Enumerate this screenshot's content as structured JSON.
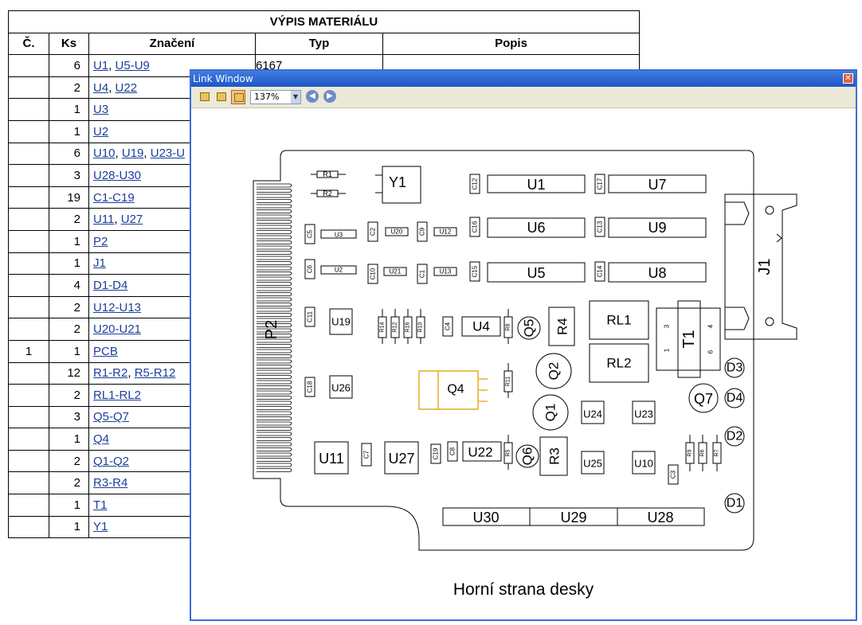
{
  "bom": {
    "title": "VÝPIS MATERIÁLU",
    "headers": [
      "Č.",
      "Ks",
      "Značení",
      "Typ",
      "Popis"
    ],
    "type_first": "6167",
    "rows": [
      {
        "c": "",
        "ks": "6",
        "refs": [
          "U1",
          "U5-U9"
        ]
      },
      {
        "c": "",
        "ks": "2",
        "refs": [
          "U4",
          "U22"
        ]
      },
      {
        "c": "",
        "ks": "1",
        "refs": [
          "U3"
        ]
      },
      {
        "c": "",
        "ks": "1",
        "refs": [
          "U2"
        ]
      },
      {
        "c": "",
        "ks": "6",
        "refs": [
          "U10",
          "U19",
          "U23-U"
        ]
      },
      {
        "c": "",
        "ks": "3",
        "refs": [
          "U28-U30"
        ]
      },
      {
        "c": "",
        "ks": "19",
        "refs": [
          "C1-C19"
        ]
      },
      {
        "c": "",
        "ks": "2",
        "refs": [
          "U11",
          "U27"
        ]
      },
      {
        "c": "",
        "ks": "1",
        "refs": [
          "P2"
        ]
      },
      {
        "c": "",
        "ks": "1",
        "refs": [
          "J1"
        ]
      },
      {
        "c": "",
        "ks": "4",
        "refs": [
          "D1-D4"
        ]
      },
      {
        "c": "",
        "ks": "2",
        "refs": [
          "U12-U13"
        ]
      },
      {
        "c": "",
        "ks": "2",
        "refs": [
          "U20-U21"
        ]
      },
      {
        "c": "1",
        "ks": "1",
        "refs": [
          "PCB"
        ]
      },
      {
        "c": "",
        "ks": "12",
        "refs": [
          "R1-R2",
          "R5-R12"
        ]
      },
      {
        "c": "",
        "ks": "2",
        "refs": [
          "RL1-RL2"
        ]
      },
      {
        "c": "",
        "ks": "3",
        "refs": [
          "Q5-Q7"
        ]
      },
      {
        "c": "",
        "ks": "1",
        "refs": [
          "Q4"
        ]
      },
      {
        "c": "",
        "ks": "2",
        "refs": [
          "Q1-Q2"
        ]
      },
      {
        "c": "",
        "ks": "2",
        "refs": [
          "R3-R4"
        ]
      },
      {
        "c": "",
        "ks": "1",
        "refs": [
          "T1"
        ]
      },
      {
        "c": "",
        "ks": "1",
        "refs": [
          "Y1"
        ]
      }
    ]
  },
  "link_window": {
    "title": "Link Window",
    "close_glyph": "✕",
    "zoom": "137%",
    "back_glyph": "◀",
    "forward_glyph": "▶",
    "caption": "Horní strana desky"
  },
  "board": {
    "highlight_color": "#e8b030",
    "components": {
      "Y1": "Y1",
      "R1": "R1",
      "R2": "R2",
      "U1": "U1",
      "U7": "U7",
      "U6": "U6",
      "U9": "U9",
      "U5": "U5",
      "U8": "U8",
      "C12": "C12",
      "C17": "C17",
      "C16": "C16",
      "C13": "C13",
      "C15": "C15",
      "C14": "C14",
      "C5": "C5",
      "U3": "U3",
      "C2": "C2",
      "U20": "U20",
      "C9": "C9",
      "U12": "U12",
      "C6": "C6",
      "U2": "U2",
      "C10": "C10",
      "U21": "U21",
      "C1": "C1",
      "U13": "U13",
      "J1": "J1",
      "P2": "P2",
      "C11": "C11",
      "U19": "U19",
      "R14": "R14",
      "R12": "R12",
      "R16": "R16",
      "R10": "R10",
      "C4": "C4",
      "U4": "U4",
      "R8": "R8",
      "Q5": "Q5",
      "R4": "R4",
      "RL1": "RL1",
      "RL2": "RL2",
      "T1": "T1",
      "T1_p3": "3",
      "T1_p1": "1",
      "T1_p4": "4",
      "T1_p6": "6",
      "D3": "D3",
      "Q2": "Q2",
      "Q4": "Q4",
      "R11": "R11",
      "C18": "C18",
      "U26": "U26",
      "Q7": "Q7",
      "D4": "D4",
      "Q1": "Q1",
      "U24": "U24",
      "U23": "U23",
      "D2": "D2",
      "U11": "U11",
      "C7": "C7",
      "U27": "U27",
      "C19": "C19",
      "C8": "C8",
      "U22": "U22",
      "R5": "R5",
      "Q6": "Q6",
      "R3": "R3",
      "U25": "U25",
      "U10": "U10",
      "C3": "C3",
      "R9": "R9",
      "R6": "R6",
      "R7": "R7",
      "U30": "U30",
      "U29": "U29",
      "U28": "U28",
      "D1": "D1"
    }
  }
}
